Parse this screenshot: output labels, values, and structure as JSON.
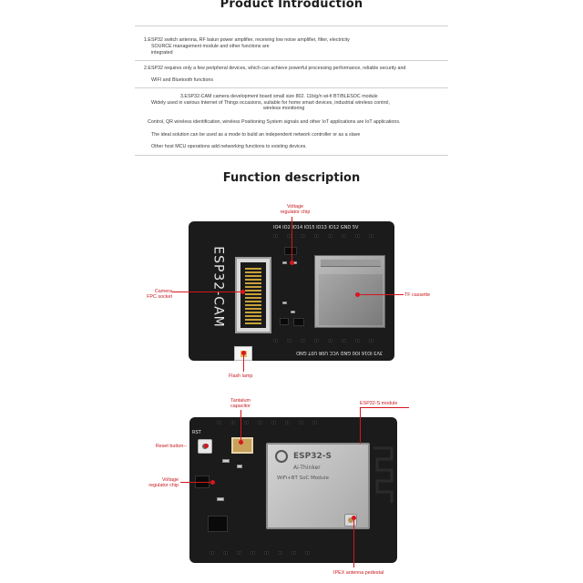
{
  "product_intro": {
    "title": "Product Introduction",
    "lines": [
      "1.ESP32 switch antenna, RF baiun power amplifier, receiving low noise amplifier, filter, electricity",
      "SOURCE management module and other functions are",
      "integrated",
      "2.ESP32 requires only a few peripheral devices, which can achieve powerful processing performance, reliable security and",
      "WIFI and Bluetooth functions",
      "3.ESP32-CAM camera development board small size 802. 11b/g/n wi-fi BT/BLESOC module",
      "Widely used in various Internet of Things occasions, suitable for home smart devices, industrial wireless control,",
      "wireless monitoring",
      "Control, QR wireless identification, wireless Positioning System signals and other IoT applications are IoT applications.",
      "The ideal solution can be used as a mode to build an independent network controller or as a slave",
      "Other host MCU operations add networking functions to existing devices."
    ]
  },
  "function_desc": {
    "title": "Function description",
    "board_top": {
      "silk_name": "ESP32-CAM",
      "header_top": "IO4 IO2 IO14 IO15 IO13 IO12 GND 5V",
      "header_bottom": "3V3 IO16 IO0 GND VCC U0R U0T GND",
      "callouts": {
        "voltage_chip": "Voltage\nregulator chip",
        "camera": "Camera\nFPC socket",
        "tf": "TF cassette",
        "flash": "Flash lamp"
      }
    },
    "board_bottom": {
      "rst": "RST",
      "module_lines": [
        "ESP32-S",
        "Ai-Thinker",
        "WiFi+BT SoC Module"
      ],
      "callouts": {
        "tantalum": "Tantalum\ncapacitor",
        "esp32s": "ESP32-S module",
        "reset": "Reset button--",
        "voltage_chip": "Voltage\nregulator chip",
        "ipex": "IPEX antenna pedestal"
      }
    }
  },
  "colors": {
    "accent": "#d6161e",
    "board": "#1b1b1b"
  }
}
